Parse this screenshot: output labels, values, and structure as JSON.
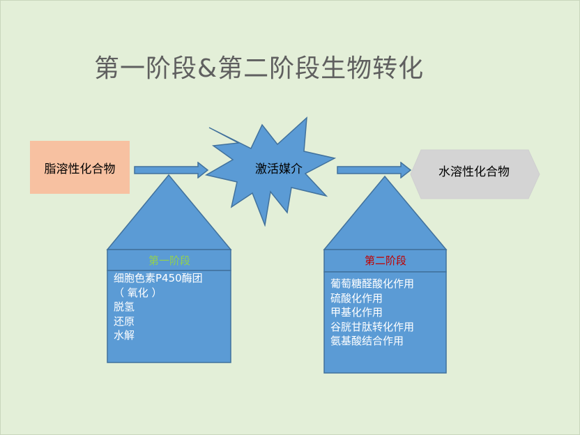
{
  "title": "第一阶段&第二阶段生物转化",
  "nodes": {
    "fat_soluble": "脂溶性化合物",
    "activated_mediator": "激活媒介",
    "water_soluble": "水溶性化合物"
  },
  "phase1": {
    "heading": "第一阶段",
    "items": [
      "细胞色素P450酶团",
      "（ 氧化 ）",
      "脱氢",
      "还原",
      "水解"
    ]
  },
  "phase2": {
    "heading": "第二阶段",
    "items": [
      "葡萄糖醛酸化作用",
      "硫酸化作用",
      "甲基化作用",
      "谷胱甘肽转化作用",
      "氨基酸结合作用"
    ]
  },
  "colors": {
    "background": "#e3efd8",
    "title": "#5f5f5f",
    "fat_box": "#f7c1a1",
    "shape_blue": "#5b9bd5",
    "shape_border": "#41719c",
    "water_hexagon": "#d4d4d4",
    "phase1_heading": "#92d050",
    "phase2_heading": "#c00000"
  }
}
